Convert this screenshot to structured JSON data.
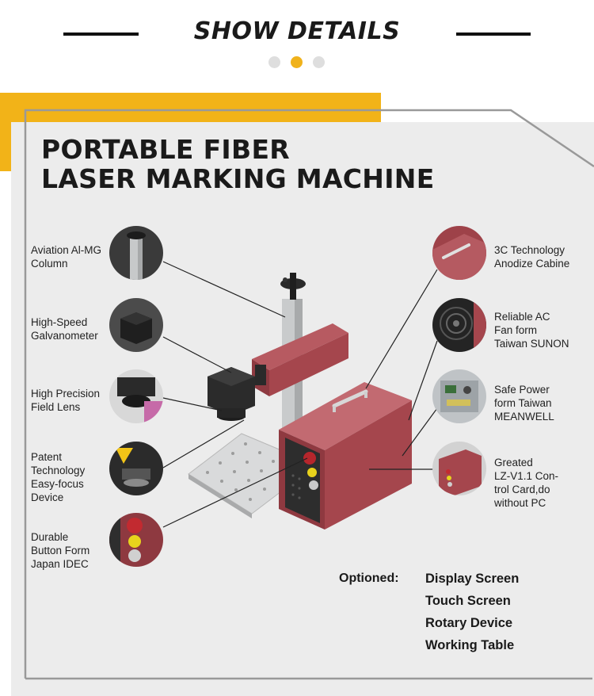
{
  "header": {
    "title": "SHOW DETAILS",
    "dots": [
      {
        "color": "#dedede"
      },
      {
        "color": "#f0b21b"
      },
      {
        "color": "#dedede"
      }
    ]
  },
  "colors": {
    "accent_yellow": "#f2b318",
    "frame_gray": "#999999",
    "panel_gray": "#ececec",
    "machine_red": "#a5464d",
    "text_dark": "#1a1a1a"
  },
  "product_title": {
    "line1": "PORTABLE FIBER",
    "line2": "LASER MARKING MACHINE"
  },
  "left_features": [
    {
      "lines": [
        "Aviation Al-MG",
        "Column"
      ],
      "icon": "column-top-icon"
    },
    {
      "lines": [
        "High-Speed",
        "Galvanometer"
      ],
      "icon": "galvanometer-icon"
    },
    {
      "lines": [
        "High Precision",
        "Field Lens"
      ],
      "icon": "field-lens-icon"
    },
    {
      "lines": [
        "Patent",
        "Technology",
        "Easy-focus",
        "Device"
      ],
      "icon": "focus-device-icon"
    },
    {
      "lines": [
        "Durable",
        "Button Form",
        "Japan IDEC"
      ],
      "icon": "buttons-icon"
    }
  ],
  "right_features": [
    {
      "lines": [
        "3C Technology",
        "Anodize Cabine"
      ],
      "icon": "cabinet-icon"
    },
    {
      "lines": [
        "Reliable AC",
        "Fan form",
        "Taiwan SUNON"
      ],
      "icon": "fan-icon"
    },
    {
      "lines": [
        "Safe Power",
        "form Taiwan",
        "MEANWELL"
      ],
      "icon": "power-supply-icon"
    },
    {
      "lines": [
        "Greated",
        "LZ-V1.1 Con-",
        "trol Card,do",
        "without PC"
      ],
      "icon": "control-card-icon"
    }
  ],
  "options": {
    "label": "Optioned:",
    "items": [
      "Display Screen",
      "Touch Screen",
      "Rotary Device",
      "Working Table"
    ]
  }
}
